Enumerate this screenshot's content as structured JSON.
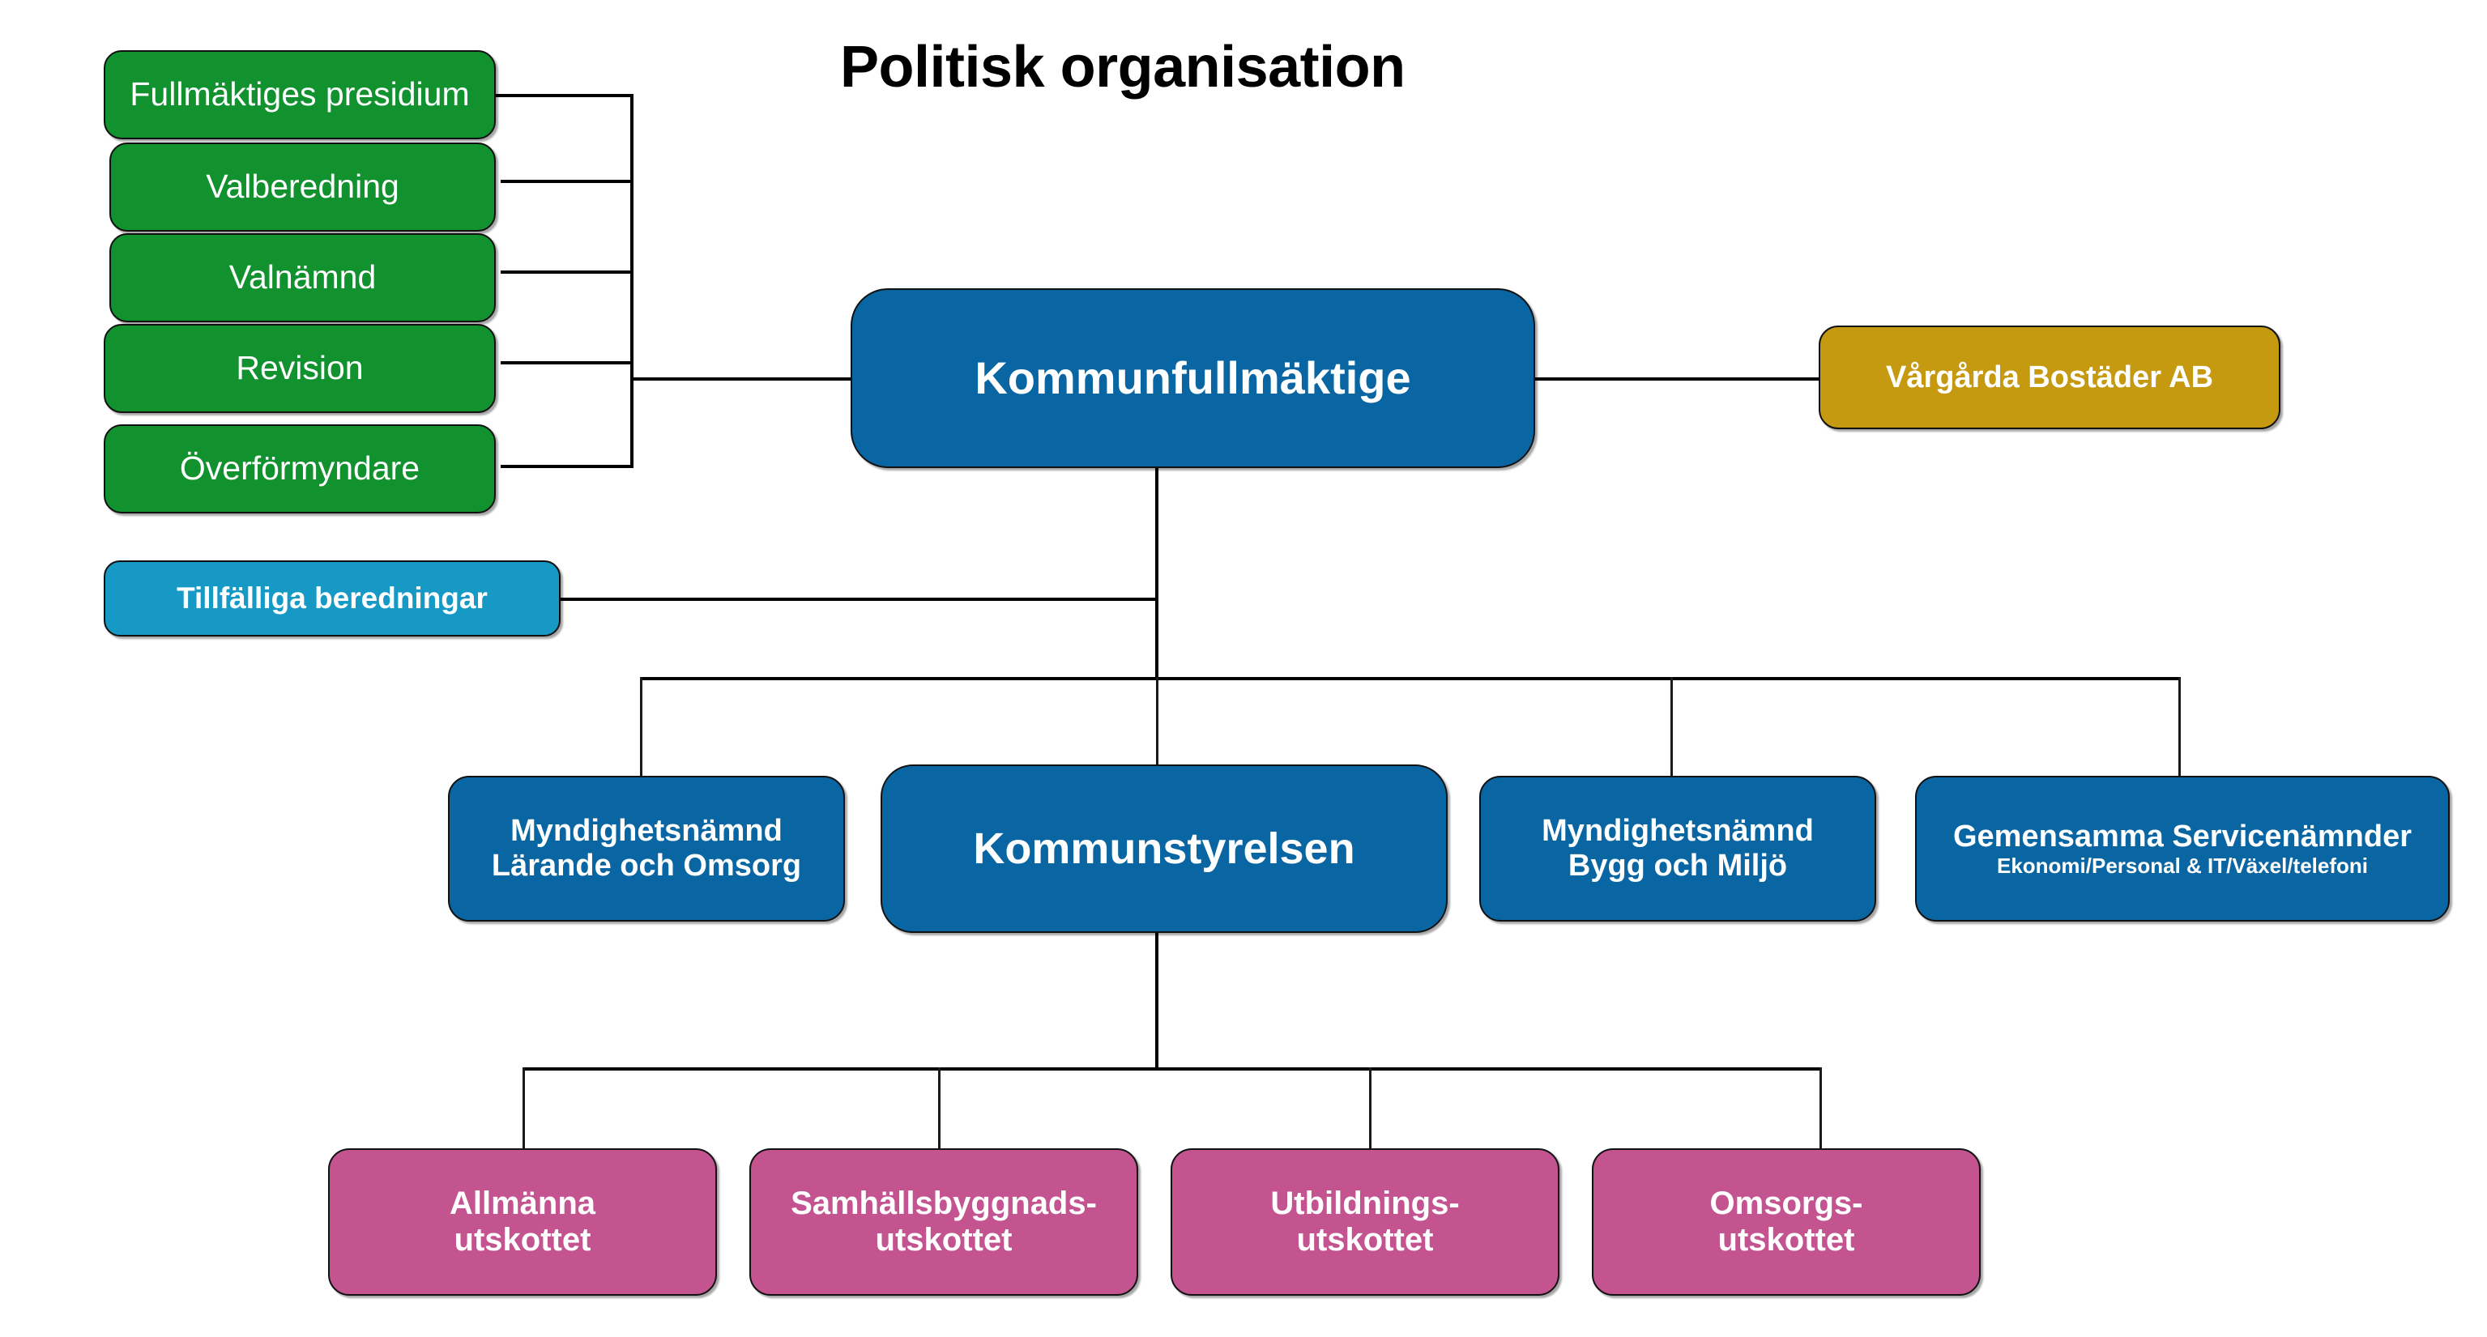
{
  "title": "Politisk organisation",
  "colors": {
    "green": "#12912F",
    "blue": "#0A66A3",
    "cyan": "#1799C6",
    "gold": "#C59A11",
    "pink": "#C35490",
    "line": "#000000",
    "text_on_fill": "#FFFFFF",
    "title_text": "#000000",
    "background": "#FFFFFF"
  },
  "chart_data": {
    "type": "org-chart",
    "title": "Politisk organisation",
    "nodes": [
      {
        "id": "fullmaktiges-presidium",
        "label": "Fullmäktiges presidium",
        "color": "green",
        "level": "advisory-left"
      },
      {
        "id": "valberedning",
        "label": "Valberedning",
        "color": "green",
        "level": "advisory-left"
      },
      {
        "id": "valnamnd",
        "label": "Valnämnd",
        "color": "green",
        "level": "advisory-left"
      },
      {
        "id": "revision",
        "label": "Revision",
        "color": "green",
        "level": "advisory-left"
      },
      {
        "id": "overformyndare",
        "label": "Överförmyndare",
        "color": "green",
        "level": "advisory-left"
      },
      {
        "id": "tillfalliga-beredningar",
        "label": "Tillfälliga beredningar",
        "color": "cyan",
        "level": "advisory-left"
      },
      {
        "id": "kommunfullmaktige",
        "label": "Kommunfullmäktige",
        "color": "blue",
        "level": "top"
      },
      {
        "id": "vargarda-bostader-ab",
        "label": "Vårgårda Bostäder AB",
        "color": "gold",
        "level": "company-right"
      },
      {
        "id": "myndighetsnamnd-larande-omsorg",
        "label": "Myndighetsnämnd Lärande och Omsorg",
        "color": "blue",
        "level": "second"
      },
      {
        "id": "kommunstyrelsen",
        "label": "Kommunstyrelsen",
        "color": "blue",
        "level": "second"
      },
      {
        "id": "myndighetsnamnd-bygg-miljo",
        "label": "Myndighetsnämnd Bygg och Miljö",
        "color": "blue",
        "level": "second"
      },
      {
        "id": "gemensamma-servicenamnder",
        "label": "Gemensamma Servicenämnder",
        "sublabel": "Ekonomi/Personal & IT/Växel/telefoni",
        "color": "blue",
        "level": "second"
      },
      {
        "id": "allmanna-utskottet",
        "label": "Allmänna utskottet",
        "color": "pink",
        "level": "third"
      },
      {
        "id": "samhallsbyggnads-utskottet",
        "label": "Samhällsbyggnads- utskottet",
        "color": "pink",
        "level": "third"
      },
      {
        "id": "utbildnings-utskottet",
        "label": "Utbildnings- utskottet",
        "color": "pink",
        "level": "third"
      },
      {
        "id": "omsorgs-utskottet",
        "label": "Omsorgs- utskottet",
        "color": "pink",
        "level": "third"
      }
    ],
    "edges": [
      {
        "from": "fullmaktiges-presidium",
        "to": "kommunfullmaktige"
      },
      {
        "from": "valberedning",
        "to": "kommunfullmaktige"
      },
      {
        "from": "valnamnd",
        "to": "kommunfullmaktige"
      },
      {
        "from": "revision",
        "to": "kommunfullmaktige"
      },
      {
        "from": "overformyndare",
        "to": "kommunfullmaktige"
      },
      {
        "from": "tillfalliga-beredningar",
        "to": "kommunfullmaktige"
      },
      {
        "from": "kommunfullmaktige",
        "to": "vargarda-bostader-ab"
      },
      {
        "from": "kommunfullmaktige",
        "to": "myndighetsnamnd-larande-omsorg"
      },
      {
        "from": "kommunfullmaktige",
        "to": "kommunstyrelsen"
      },
      {
        "from": "kommunfullmaktige",
        "to": "myndighetsnamnd-bygg-miljo"
      },
      {
        "from": "kommunfullmaktige",
        "to": "gemensamma-servicenamnder"
      },
      {
        "from": "kommunstyrelsen",
        "to": "allmanna-utskottet"
      },
      {
        "from": "kommunstyrelsen",
        "to": "samhallsbyggnads-utskottet"
      },
      {
        "from": "kommunstyrelsen",
        "to": "utbildnings-utskottet"
      },
      {
        "from": "kommunstyrelsen",
        "to": "omsorgs-utskottet"
      }
    ]
  },
  "boxes": {
    "fullmaktiges_presidium": {
      "label": "Fullmäktiges presidium"
    },
    "valberedning": {
      "label": "Valberedning"
    },
    "valnamnd": {
      "label": "Valnämnd"
    },
    "revision": {
      "label": "Revision"
    },
    "overformyndare": {
      "label": "Överförmyndare"
    },
    "tillfalliga_beredningar": {
      "label": "Tillfälliga beredningar"
    },
    "kommunfullmaktige": {
      "label": "Kommunfullmäktige"
    },
    "vargarda_bostader": {
      "label": "Vårgårda Bostäder AB"
    },
    "myndighetsnamnd_larande": {
      "line1": "Myndighetsnämnd",
      "line2": "Lärande och Omsorg"
    },
    "kommunstyrelsen": {
      "label": "Kommunstyrelsen"
    },
    "myndighetsnamnd_bygg": {
      "line1": "Myndighetsnämnd",
      "line2": "Bygg och Miljö"
    },
    "gemensamma_servicenamnder": {
      "line1": "Gemensamma Servicenämnder",
      "line2": "Ekonomi/Personal & IT/Växel/telefoni"
    },
    "allmanna_utskottet": {
      "line1": "Allmänna",
      "line2": "utskottet"
    },
    "samhallsbyggnads_utskottet": {
      "line1": "Samhällsbyggnads-",
      "line2": "utskottet"
    },
    "utbildnings_utskottet": {
      "line1": "Utbildnings-",
      "line2": "utskottet"
    },
    "omsorgs_utskottet": {
      "line1": "Omsorgs-",
      "line2": "utskottet"
    }
  }
}
